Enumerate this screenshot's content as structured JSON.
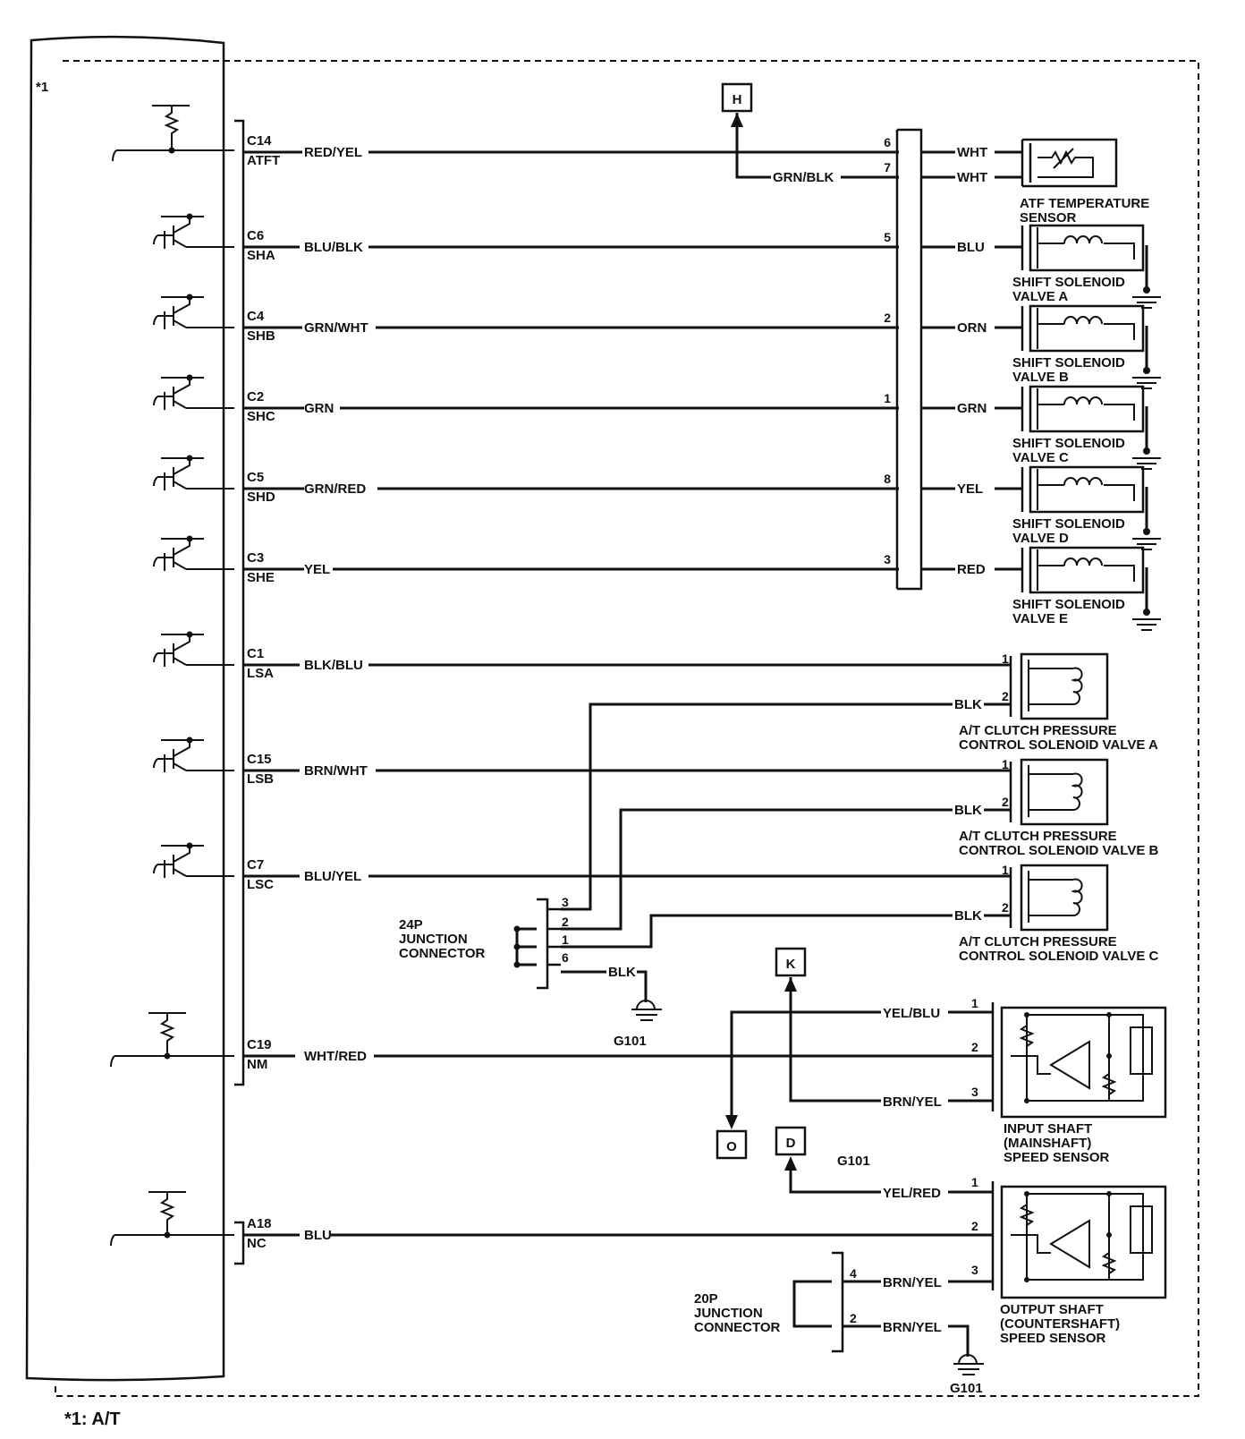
{
  "ecm_note": "*1",
  "footnote": "*1: A/T",
  "ecm_rows": [
    {
      "pin": "C14",
      "sig": "ATFT",
      "wire": "RED/YEL"
    },
    {
      "pin": "C6",
      "sig": "SHA",
      "wire": "BLU/BLK"
    },
    {
      "pin": "C4",
      "sig": "SHB",
      "wire": "GRN/WHT"
    },
    {
      "pin": "C2",
      "sig": "SHC",
      "wire": "GRN"
    },
    {
      "pin": "C5",
      "sig": "SHD",
      "wire": "GRN/RED"
    },
    {
      "pin": "C3",
      "sig": "SHE",
      "wire": "YEL"
    },
    {
      "pin": "C1",
      "sig": "LSA",
      "wire": "BLK/BLU"
    },
    {
      "pin": "C15",
      "sig": "LSB",
      "wire": "BRN/WHT"
    },
    {
      "pin": "C7",
      "sig": "LSC",
      "wire": "BLU/YEL"
    },
    {
      "pin": "C19",
      "sig": "NM",
      "wire": "WHT/RED"
    },
    {
      "pin": "A18",
      "sig": "NC",
      "wire": "BLU"
    }
  ],
  "main_connector_pins": [
    "6",
    "7",
    "5",
    "2",
    "1",
    "8",
    "3"
  ],
  "grn_blk_wire": "GRN/BLK",
  "sensor_wires": [
    "WHT",
    "WHT",
    "BLU",
    "ORN",
    "GRN",
    "YEL",
    "RED"
  ],
  "atf_sensor": {
    "line1": "ATF TEMPERATURE",
    "line2": "SENSOR"
  },
  "solenoids": [
    {
      "line1": "SHIFT SOLENOID",
      "line2": "VALVE A"
    },
    {
      "line1": "SHIFT SOLENOID",
      "line2": "VALVE B"
    },
    {
      "line1": "SHIFT SOLENOID",
      "line2": "VALVE C"
    },
    {
      "line1": "SHIFT SOLENOID",
      "line2": "VALVE D"
    },
    {
      "line1": "SHIFT SOLENOID",
      "line2": "VALVE E"
    }
  ],
  "clutch_valves": [
    {
      "line1": "A/T CLUTCH PRESSURE",
      "line2": "CONTROL SOLENOID VALVE A",
      "pin1": "1",
      "pin2": "2",
      "wire": "BLK"
    },
    {
      "line1": "A/T CLUTCH PRESSURE",
      "line2": "CONTROL SOLENOID VALVE B",
      "pin1": "1",
      "pin2": "2",
      "wire": "BLK"
    },
    {
      "line1": "A/T CLUTCH PRESSURE",
      "line2": "CONTROL SOLENOID VALVE C",
      "pin1": "1",
      "pin2": "2",
      "wire": "BLK"
    }
  ],
  "junction_24p": {
    "line1": "24P",
    "line2": "JUNCTION",
    "line3": "CONNECTOR",
    "pins": [
      "3",
      "2",
      "1",
      "6"
    ],
    "wire": "BLK",
    "ground": "G101"
  },
  "input_sensor": {
    "line1": "INPUT SHAFT",
    "line2": "(MAINSHAFT)",
    "line3": "SPEED SENSOR",
    "pins": [
      "1",
      "2",
      "3"
    ],
    "wire1": "YEL/BLU",
    "wire3": "BRN/YEL"
  },
  "output_sensor": {
    "line1": "OUTPUT SHAFT",
    "line2": "(COUNTERSHAFT)",
    "line3": "SPEED SENSOR",
    "pins": [
      "1",
      "2",
      "3"
    ],
    "wire1": "YEL/RED"
  },
  "junction_20p": {
    "line1": "20P",
    "line2": "JUNCTION",
    "line3": "CONNECTOR",
    "pin_a": "4",
    "pin_b": "2",
    "wire_a": "BRN/YEL",
    "wire_b": "BRN/YEL",
    "ground": "G101"
  },
  "g101_label": "G101",
  "refs": {
    "h": "H",
    "k": "K",
    "o": "O",
    "d": "D"
  }
}
